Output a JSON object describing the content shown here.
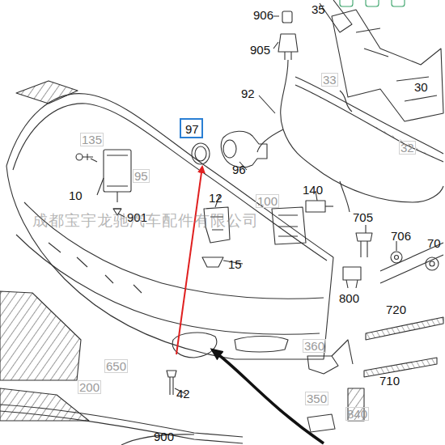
{
  "diagram": {
    "nodes": [
      {
        "text": [
          "97"
        ]
      }
    ],
    "labels": [
      "906",
      "35",
      "905",
      "92",
      "33",
      "30",
      "135",
      "95",
      "96",
      "32",
      "10",
      "901",
      "12",
      "100",
      "140",
      "705",
      "706",
      "70",
      "15",
      "800",
      "720",
      "360",
      "650",
      "200",
      "42",
      "710",
      "350",
      "840",
      "900",
      "成都宝宇龙驰汽车配件有限公司"
    ]
  }
}
